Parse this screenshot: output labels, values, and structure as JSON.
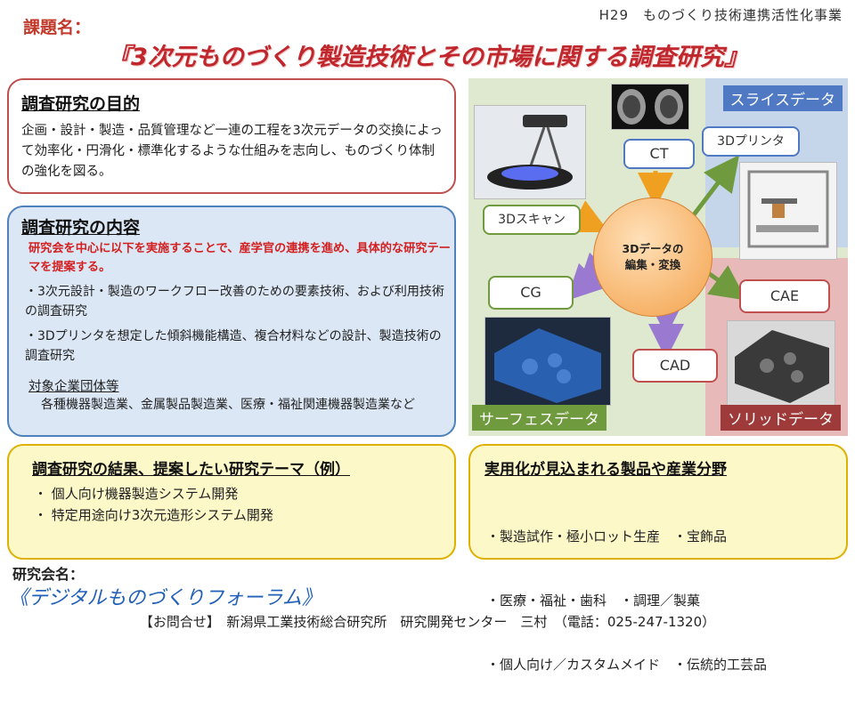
{
  "header_tag": "H29　ものづくり技術連携活性化事業",
  "project_label": "課題名：",
  "main_title": "『3次元ものづくり製造技術とその市場に関する調査研究』",
  "purpose": {
    "heading": "調査研究の目的",
    "body": "企画・設計・製造・品質管理など一連の工程を3次元データの交換によって効率化・円滑化・標準化するような仕組みを志向し、ものづくり体制の強化を図る。"
  },
  "content": {
    "heading": "調査研究の内容",
    "lead": "研究会を中心に以下を実施することで、産学官の連携を進め、具体的な研究テーマを提案する。",
    "bullets": [
      "・3次元設計・製造のワークフロー改善のための要素技術、および利用技術の調査研究",
      "・3Dプリンタを想定した傾斜機能構造、複合材料などの設計、製造技術の調査研究"
    ],
    "target_heading": "対象企業団体等",
    "target_body": "各種機器製造業、金属製品製造業、医療・福祉関連機器製造業など"
  },
  "results": {
    "heading": "調査研究の結果、提案したい研究テーマ（例）",
    "items": [
      "・ 個人向け機器製造システム開発",
      "・ 特定用途向け3次元造形システム開発"
    ]
  },
  "applications": {
    "heading": "実用化が見込まれる製品や産業分野",
    "items": [
      "・製造試作・極小ロット生産　・宝飾品",
      "・医療・福祉・歯科　・調理／製菓",
      "・個人向け／カスタムメイド　・伝統的工芸品"
    ]
  },
  "diagram": {
    "center": "3Dデータの\n編集・変換",
    "ct": "CT",
    "printer": "3Dプリンタ",
    "scan": "3Dスキャン",
    "cg": "CG",
    "cae": "CAE",
    "cad": "CAD",
    "tag_slice": "スライスデータ",
    "tag_surface": "サーフェスデータ",
    "tag_solid": "ソリッドデータ",
    "colors": {
      "slice": "#4f79c2",
      "surface": "#6f9a3e",
      "solid": "#9e3a3a",
      "center": "#f3a14a"
    }
  },
  "footer": {
    "label": "研究会名：",
    "forum": "《デジタルものづくりフォーラム》",
    "contact": "【お問合せ】　新潟県工業技術総合研究所　研究開発センター　三村　（電話：025-247-1320）"
  }
}
